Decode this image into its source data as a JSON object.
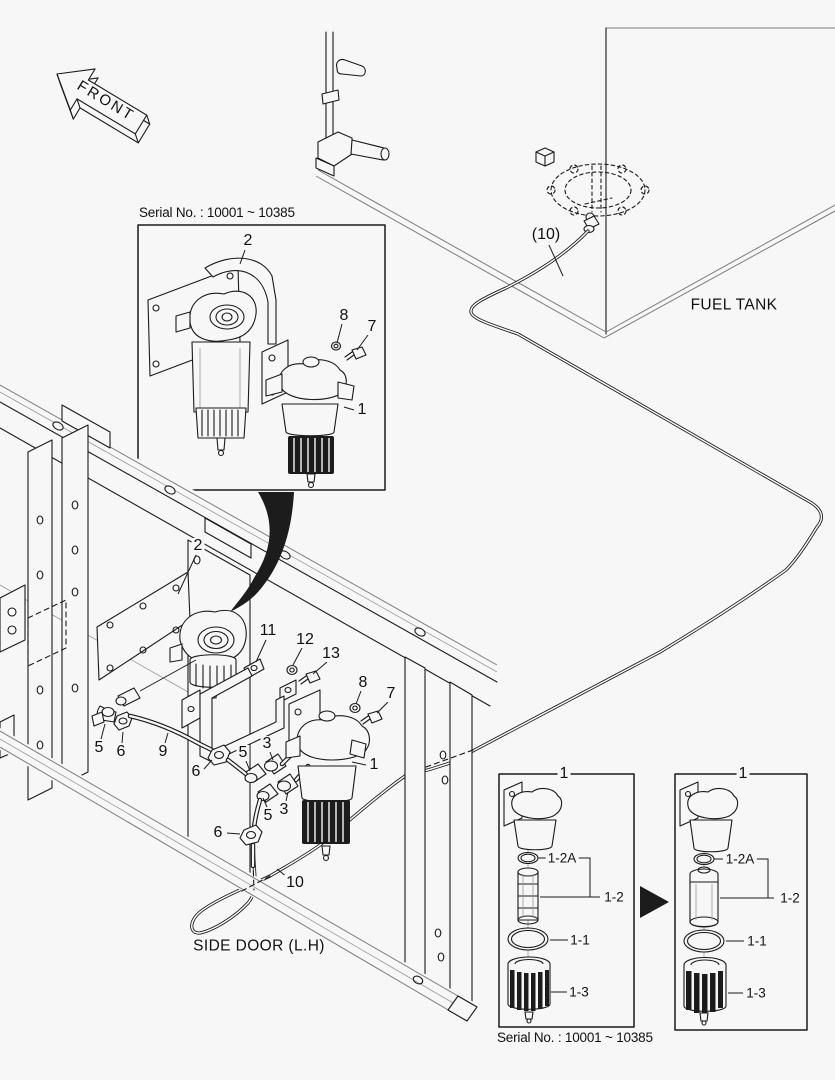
{
  "page": {
    "background": "#f7f7f7",
    "line_color": "#1a1a1a",
    "description": "Exploded parts diagram - fuel filter and piping installation"
  },
  "annotations": {
    "front_arrow": "FRONT",
    "fuel_tank": "FUEL TANK",
    "side_door": "SIDE DOOR (L.H)",
    "hose_ref_tank": "(10)",
    "serial_note_top": "Serial No. : 10001 ~ 10385",
    "serial_note_bottom": "Serial No. : 10001 ~ 10385"
  },
  "callouts": {
    "inset_top": {
      "bracket": "2",
      "washer": "8",
      "bolt": "7",
      "filter_assy": "1"
    },
    "main": {
      "mounting_plate": "2",
      "bracket": "11",
      "washer_12": "12",
      "bolt_13": "13",
      "washer_8": "8",
      "bolt_7": "7",
      "elbow_left": "5",
      "nut_left": "6",
      "hose_9": "9",
      "elbow_mid": "6",
      "conn_5_upper": "5",
      "conn_3_upper": "3",
      "conn_5_lower": "5",
      "conn_3_lower": "3",
      "nut_lower": "6",
      "filter_assy": "1",
      "hose_10": "10"
    },
    "inset_left": {
      "filter_assy": "1",
      "oring_small": "1-2A",
      "element": "1-2",
      "oring_large": "1-1",
      "bowl": "1-3"
    },
    "inset_right": {
      "filter_assy": "1",
      "oring_small": "1-2A",
      "element": "1-2",
      "oring_large": "1-1",
      "bowl": "1-3"
    }
  }
}
